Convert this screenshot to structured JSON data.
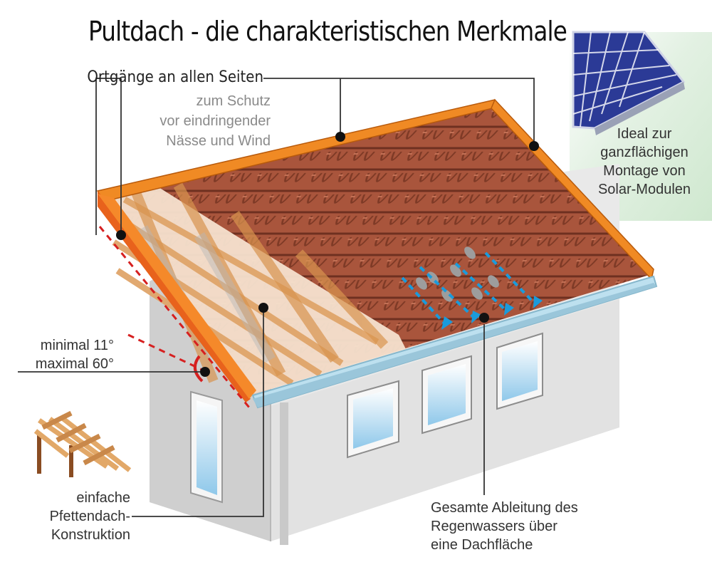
{
  "title": "Pultdach - die charakteristischen Merkmale",
  "labels": {
    "ortgaenge_heading": "Ortgänge an allen Seiten",
    "ortgaenge_desc": [
      "zum Schutz",
      "vor eindringender",
      "Nässe und Wind"
    ],
    "solar": [
      "Ideal zur",
      "ganzflächigen",
      "Montage von",
      "Solar-Modulen"
    ],
    "angle": [
      "minimal 11°",
      "maximal 60°"
    ],
    "pfetten": [
      "einfache",
      "Pfettendach-",
      "Konstruktion"
    ],
    "rain": [
      "Gesamte Ableitung des",
      "Regenwassers über",
      "eine Dachfläche"
    ]
  },
  "colors": {
    "roof_tile": "#a9553c",
    "roof_tile_dark": "#7e3a26",
    "roof_edge": "#e8761c",
    "wall": "#e6e6e6",
    "wall_side": "#cfcfcf",
    "gutter": "#bde0ef",
    "rain_arrow": "#1a9bdc",
    "angle_mark": "#d62020",
    "solar_panel": "#2b3a96",
    "solar_bg": "#dff0df"
  }
}
